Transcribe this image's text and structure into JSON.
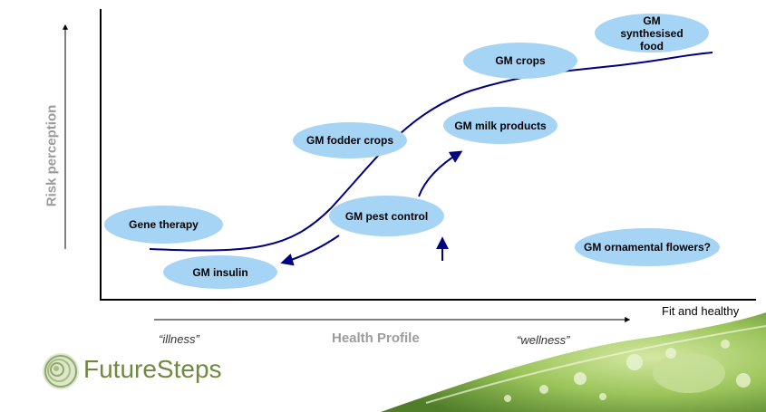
{
  "diagram": {
    "y_axis_title": "Risk perception",
    "x_axis_title": "Health Profile",
    "x_axis_left_label": "“illness”",
    "x_axis_right_label": "“wellness”",
    "x_axis_end_label": "Fit and healthy",
    "nodes": [
      {
        "id": "gene-therapy",
        "label": "Gene therapy"
      },
      {
        "id": "gm-insulin",
        "label": "GM insulin"
      },
      {
        "id": "gm-fodder-crops",
        "label": "GM fodder crops"
      },
      {
        "id": "gm-pest-control",
        "label": "GM pest control"
      },
      {
        "id": "gm-milk-products",
        "label": "GM milk products"
      },
      {
        "id": "gm-crops",
        "label": "GM crops"
      },
      {
        "id": "gm-synthesised-food",
        "label": "GM synthesised food"
      },
      {
        "id": "gm-ornamental-flowers",
        "label": "GM ornamental flowers?"
      }
    ],
    "arrows": [
      {
        "from": "gm-pest-control",
        "to": "gm-insulin"
      },
      {
        "from": "gm-pest-control",
        "to": "gm-milk-products"
      }
    ]
  },
  "brand": {
    "name": "FutureSteps"
  },
  "colors": {
    "curve": "#000080",
    "bubble": "#a6d4f5",
    "axis_title": "#9c9c9c",
    "brand": "#6f8a3f"
  }
}
